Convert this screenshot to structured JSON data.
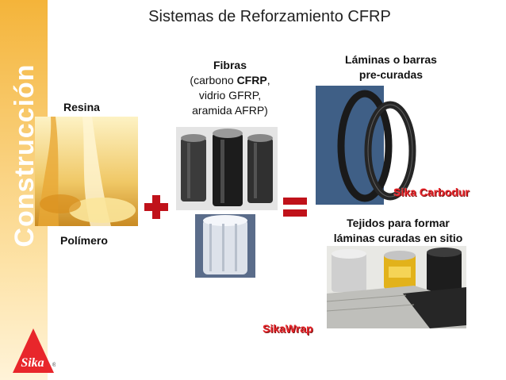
{
  "sidebar": {
    "label": "Construcción"
  },
  "title": "Sistemas de Reforzamiento CFRP",
  "resina": {
    "label": "Resina",
    "sublabel": "Polímero"
  },
  "fibras": {
    "title": "Fibras",
    "line1_pre": "(carbono ",
    "line1_bold": "CFRP",
    "line1_post": ",",
    "line2": "vidrio GFRP,",
    "line3": "aramida AFRP)"
  },
  "laminas": {
    "line1": "Láminas o barras",
    "line2": "pre-curadas",
    "brand": "Sika Carbodur"
  },
  "tejidos": {
    "line1": "Tejidos para formar",
    "line2": "láminas curadas en sitio",
    "brand": "SikaWrap"
  },
  "logo": {
    "text": "Sika",
    "mark": "®"
  },
  "colors": {
    "sidebar": "#f4b43a",
    "brand_red": "#e8262b"
  }
}
